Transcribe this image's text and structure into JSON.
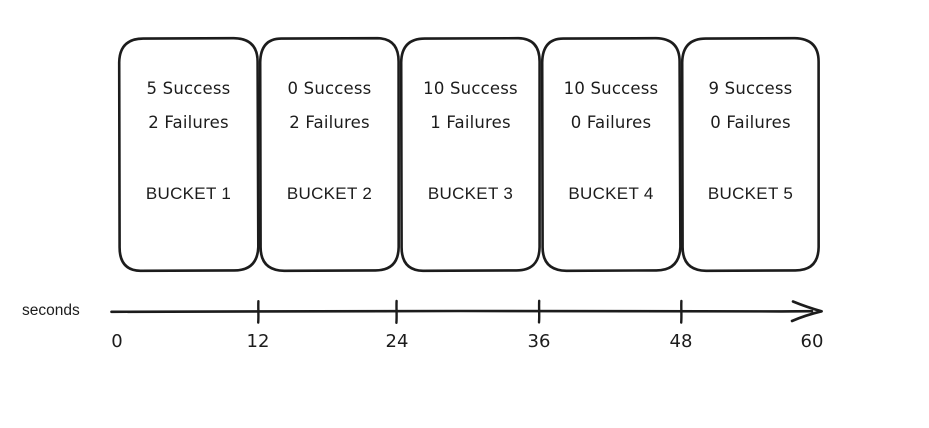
{
  "figure": {
    "type": "timeline-bucket-diagram",
    "background_color": "#ffffff",
    "stroke_color": "#1c1c1c"
  },
  "buckets": [
    {
      "label": "BUCKET 1",
      "success": "5 Success",
      "failures": "2 Failures",
      "success_count": 5,
      "failure_count": 2,
      "range_start": 0,
      "range_end": 12
    },
    {
      "label": "BUCKET 2",
      "success": "0 Success",
      "failures": "2 Failures",
      "success_count": 0,
      "failure_count": 2,
      "range_start": 12,
      "range_end": 24
    },
    {
      "label": "BUCKET 3",
      "success": "10 Success",
      "failures": "1 Failures",
      "success_count": 10,
      "failure_count": 1,
      "range_start": 24,
      "range_end": 36
    },
    {
      "label": "BUCKET 4",
      "success": "10 Success",
      "failures": "0 Failures",
      "success_count": 10,
      "failure_count": 0,
      "range_start": 36,
      "range_end": 48
    },
    {
      "label": "BUCKET 5",
      "success": "9 Success",
      "failures": "0 Failures",
      "success_count": 9,
      "failure_count": 0,
      "range_start": 48,
      "range_end": 60
    }
  ],
  "axis": {
    "title": "seconds",
    "unit": "seconds",
    "arrow": true,
    "ticks": [
      {
        "label": "0",
        "value": 0
      },
      {
        "label": "12",
        "value": 12
      },
      {
        "label": "24",
        "value": 24
      },
      {
        "label": "36",
        "value": 36
      },
      {
        "label": "48",
        "value": 48
      },
      {
        "label": "60",
        "value": 60
      }
    ]
  },
  "chart_data": {
    "type": "bar",
    "title": "",
    "xlabel": "seconds",
    "ylabel": "",
    "categories": [
      "BUCKET 1",
      "BUCKET 2",
      "BUCKET 3",
      "BUCKET 4",
      "BUCKET 5"
    ],
    "x": [
      0,
      12,
      24,
      36,
      48,
      60
    ],
    "xlim": [
      0,
      60
    ],
    "grid": false,
    "legend": "none",
    "series": [
      {
        "name": "Success",
        "values": [
          5,
          0,
          10,
          10,
          9
        ]
      },
      {
        "name": "Failures",
        "values": [
          2,
          2,
          1,
          0,
          0
        ]
      }
    ],
    "annotations": [
      "5 Success / 2 Failures",
      "0 Success / 2 Failures",
      "10 Success / 1 Failures",
      "10 Success / 0 Failures",
      "9 Success / 0 Failures"
    ]
  }
}
